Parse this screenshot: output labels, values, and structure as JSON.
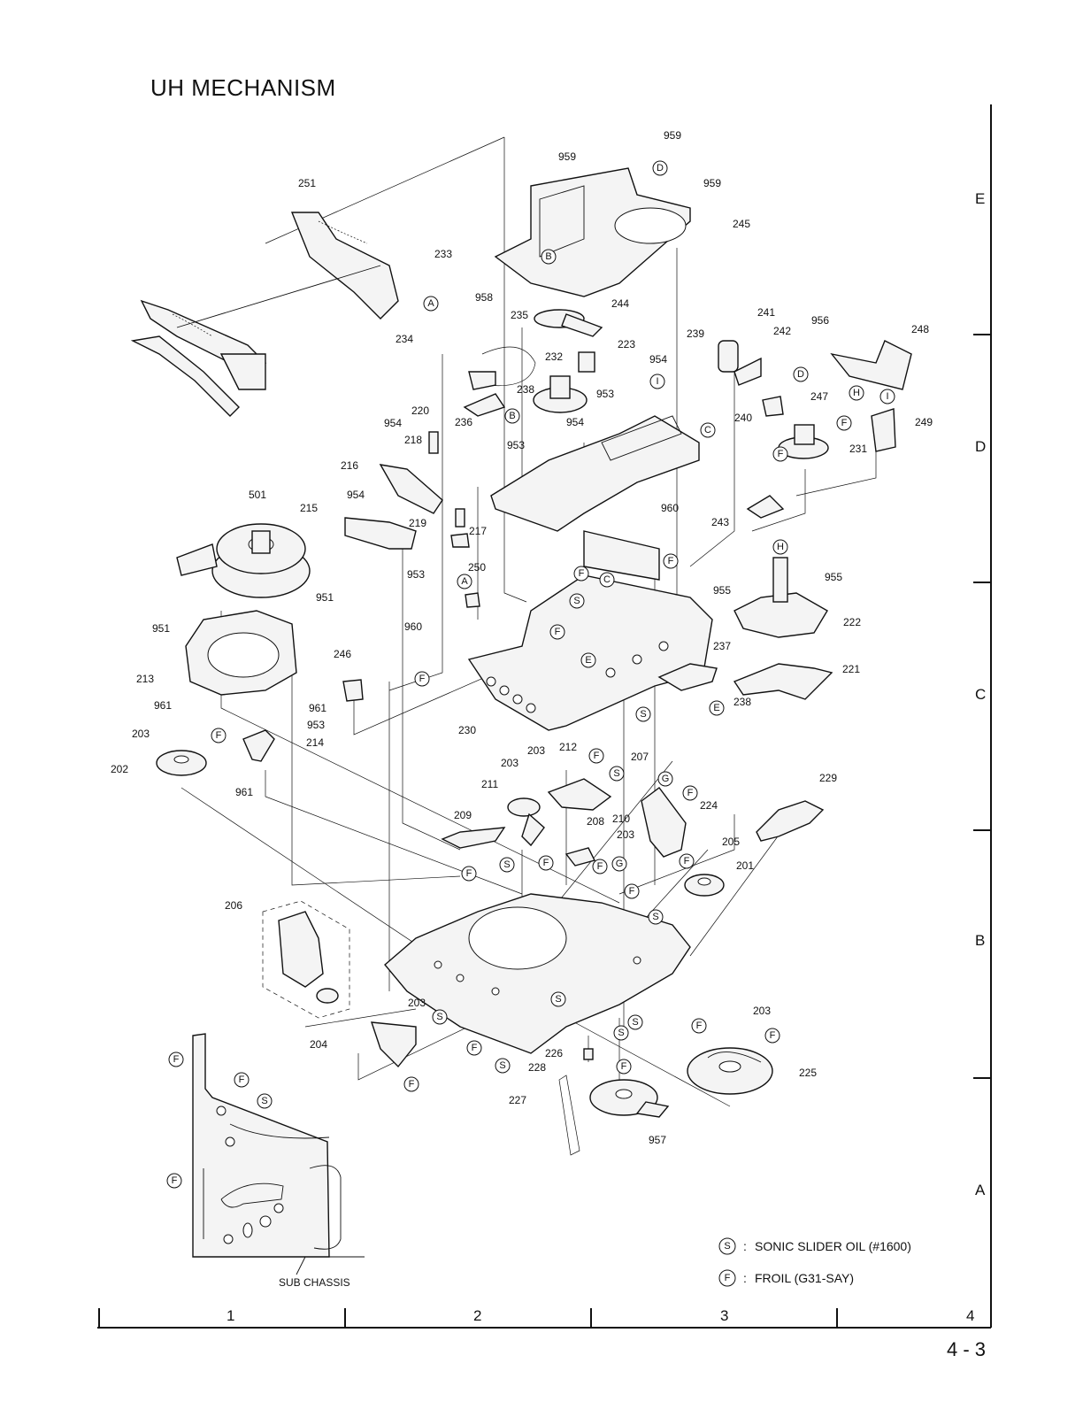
{
  "title": "UH MECHANISM",
  "page_number": "4 - 3",
  "grid": {
    "rows": [
      "E",
      "D",
      "C",
      "B",
      "A"
    ],
    "cols": [
      "1",
      "2",
      "3",
      "4"
    ]
  },
  "sub_chassis_label": "SUB CHASSIS",
  "legend": [
    {
      "symbol": "S",
      "sep": ":",
      "text": "SONIC SLIDER OIL (#1600)"
    },
    {
      "symbol": "F",
      "sep": ":",
      "text": "FROIL (G31-SAY)"
    }
  ],
  "part_numbers": [
    "959",
    "959",
    "959",
    "251",
    "245",
    "233",
    "958",
    "244",
    "235",
    "241",
    "956",
    "248",
    "242",
    "239",
    "223",
    "234",
    "232",
    "954",
    "238",
    "953",
    "247",
    "236",
    "240",
    "220",
    "954",
    "249",
    "954",
    "218",
    "231",
    "953",
    "216",
    "501",
    "954",
    "960",
    "215",
    "219",
    "217",
    "243",
    "250",
    "953",
    "955",
    "955",
    "951",
    "951",
    "960",
    "222",
    "246",
    "237",
    "213",
    "221",
    "961",
    "961",
    "953",
    "238",
    "230",
    "203",
    "214",
    "203",
    "212",
    "202",
    "203",
    "961",
    "211",
    "229",
    "207",
    "224",
    "209",
    "208",
    "210",
    "203",
    "205",
    "201",
    "206",
    "203",
    "203",
    "204",
    "225",
    "226",
    "228",
    "227",
    "957"
  ]
}
